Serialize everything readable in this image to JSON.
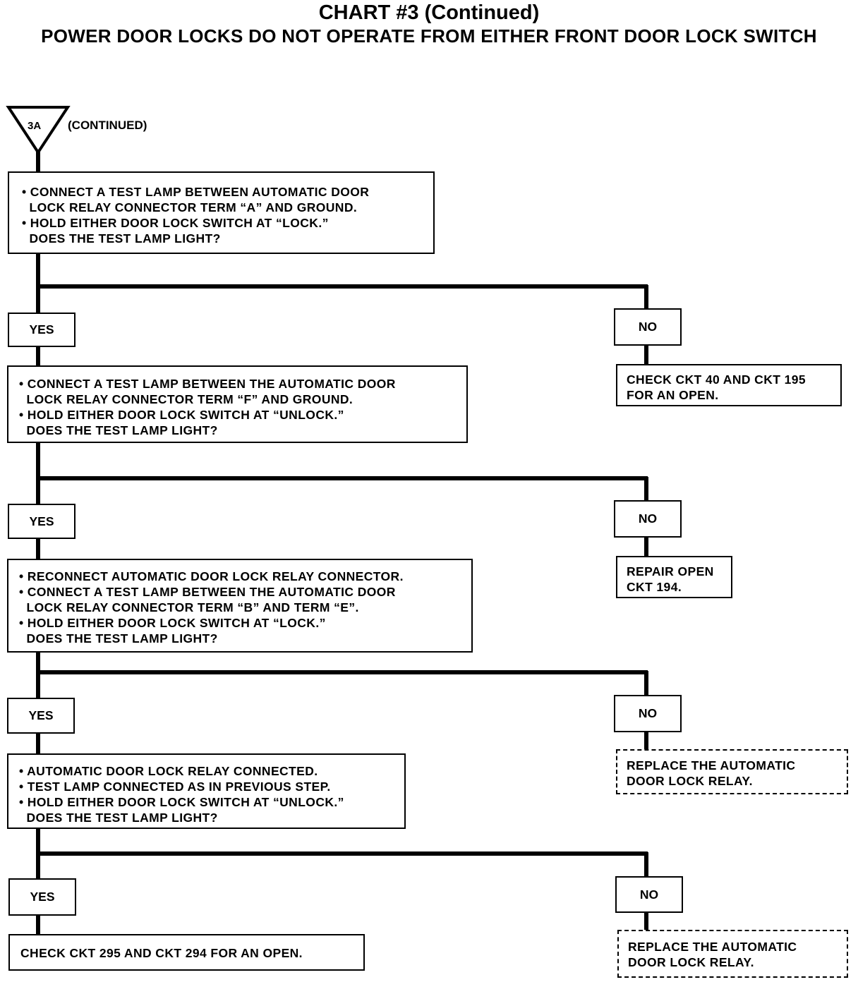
{
  "title": "CHART #3 (Continued)",
  "subtitle": "POWER DOOR LOCKS DO NOT OPERATE FROM EITHER FRONT DOOR LOCK SWITCH",
  "start": {
    "label": "3A",
    "note": "(CONTINUED)"
  },
  "steps": [
    {
      "lines": [
        "• CONNECT A TEST LAMP BETWEEN AUTOMATIC DOOR",
        "  LOCK RELAY CONNECTOR TERM “A” AND GROUND.",
        "• HOLD EITHER DOOR LOCK SWITCH AT “LOCK.”",
        "  DOES THE TEST LAMP LIGHT?"
      ]
    },
    {
      "lines": [
        "• CONNECT A TEST LAMP BETWEEN THE AUTOMATIC DOOR",
        "  LOCK RELAY CONNECTOR TERM “F” AND GROUND.",
        "• HOLD EITHER DOOR LOCK SWITCH AT “UNLOCK.”",
        "  DOES THE TEST LAMP LIGHT?"
      ]
    },
    {
      "lines": [
        "• RECONNECT AUTOMATIC DOOR LOCK RELAY CONNECTOR.",
        "• CONNECT A TEST LAMP BETWEEN THE AUTOMATIC DOOR",
        "  LOCK RELAY CONNECTOR TERM “B” AND TERM “E”.",
        "• HOLD EITHER DOOR LOCK SWITCH AT “LOCK.”",
        "  DOES THE TEST LAMP LIGHT?"
      ]
    },
    {
      "lines": [
        "• AUTOMATIC DOOR LOCK RELAY CONNECTED.",
        "• TEST LAMP CONNECTED AS IN PREVIOUS STEP.",
        "• HOLD EITHER DOOR LOCK SWITCH AT “UNLOCK.”",
        "  DOES THE TEST LAMP LIGHT?"
      ]
    },
    {
      "lines": [
        "CHECK CKT 295 AND CKT 294 FOR AN OPEN."
      ]
    }
  ],
  "yes_label": "YES",
  "no_label": "NO",
  "no_results": [
    {
      "lines": [
        "CHECK CKT 40 AND CKT 195",
        "FOR AN OPEN."
      ],
      "dashed": false
    },
    {
      "lines": [
        "REPAIR OPEN",
        "CKT 194."
      ],
      "dashed": false
    },
    {
      "lines": [
        "REPLACE THE AUTOMATIC",
        "DOOR LOCK RELAY."
      ],
      "dashed": true
    },
    {
      "lines": [
        "REPLACE THE AUTOMATIC",
        "DOOR LOCK RELAY."
      ],
      "dashed": true
    }
  ]
}
